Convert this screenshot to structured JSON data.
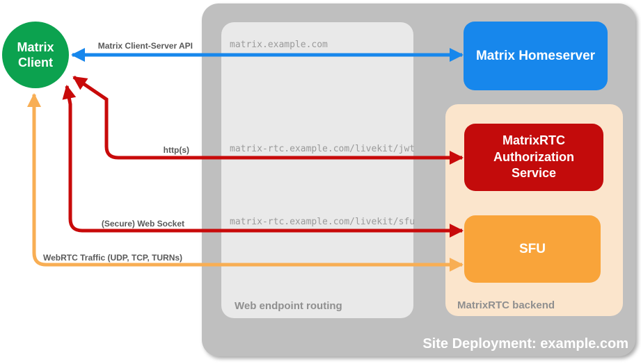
{
  "colors": {
    "client_green": "#0ca24f",
    "homeserver_blue": "#1787ec",
    "auth_red": "#c30b0b",
    "sfu_orange": "#f9a43a",
    "backend_peach": "#fbe5cc",
    "outer_gray": "#bfbfbf",
    "inner_gray": "#e9e9e9",
    "arrow_blue": "#1787ec",
    "arrow_red": "#c80a0a",
    "arrow_orange": "#f8ae54",
    "arrow_label_gray": "#595959",
    "panel_label_gray": "#8f8f8f",
    "url_gray": "#9a9a9a",
    "text_white": "#ffffff"
  },
  "nodes": {
    "client": {
      "label": "Matrix Client"
    },
    "homeserver": {
      "label": "Matrix Homeserver"
    },
    "auth_service": {
      "label": "MatrixRTC Authorization Service"
    },
    "sfu": {
      "label": "SFU"
    }
  },
  "panels": {
    "site": {
      "label": "Site Deployment: example.com"
    },
    "routing": {
      "label": "Web endpoint routing"
    },
    "backend": {
      "label": "MatrixRTC backend"
    }
  },
  "arrows": {
    "client_server_api": {
      "label": "Matrix Client-Server API",
      "endpoint": "matrix.example.com"
    },
    "https": {
      "label": "http(s)",
      "endpoint": "matrix-rtc.example.com/livekit/jwt"
    },
    "websocket": {
      "label": "(Secure) Web Socket",
      "endpoint": "matrix-rtc.example.com/livekit/sfu"
    },
    "webrtc": {
      "label": "WebRTC Traffic (UDP, TCP, TURNs)"
    }
  }
}
